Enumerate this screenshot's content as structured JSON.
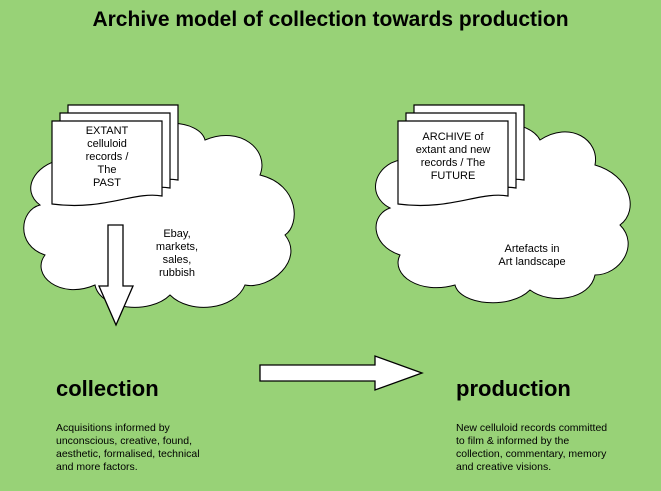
{
  "title": "Archive model of collection towards production",
  "left": {
    "doc_lines": [
      "EXTANT",
      "celluloid",
      "records /",
      "The",
      "PAST"
    ],
    "cloud_lines": [
      "Ebay,",
      "markets,",
      "sales,",
      "rubbish"
    ]
  },
  "right": {
    "doc_lines": [
      "ARCHIVE of",
      "extant and new",
      "records / The",
      "FUTURE"
    ],
    "cloud_lines": [
      "Artefacts in",
      "Art landscape"
    ]
  },
  "collection": {
    "heading": "collection",
    "lines": [
      "Acquisitions informed by",
      "unconscious, creative, found,",
      "aesthetic, formalised, technical",
      "and more factors."
    ]
  },
  "production": {
    "heading": "production",
    "lines": [
      "New celluloid records committed",
      "to film & informed by the",
      "collection, commentary, memory",
      "and creative visions."
    ]
  },
  "colors": {
    "background": "#98d277",
    "shape_fill": "#ffffff",
    "stroke": "#000000"
  }
}
